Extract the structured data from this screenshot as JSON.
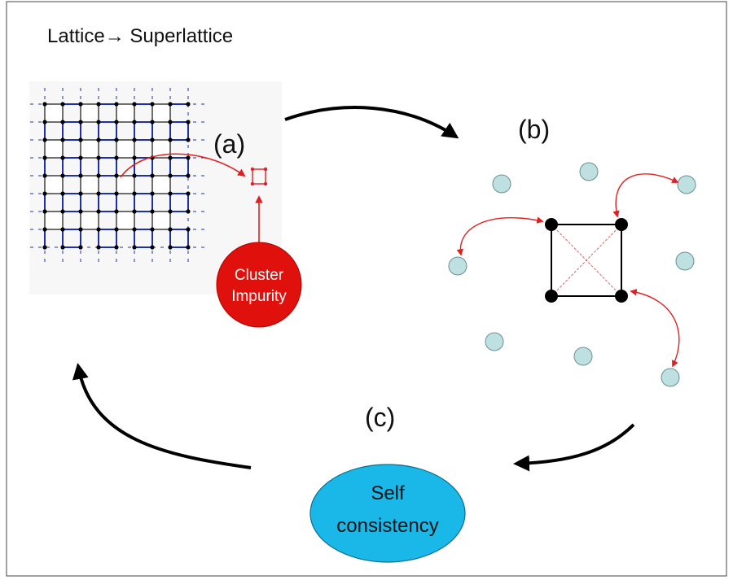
{
  "title": "Lattice→ Superlattice",
  "labels": {
    "a": "(a)",
    "b": "(b)",
    "c": "(c)"
  },
  "cluster_impurity": {
    "line1": "Cluster",
    "line2": "Impurity"
  },
  "self_consistency": {
    "line1": "Self",
    "line2": "consistency"
  },
  "colors": {
    "impurity_fill": "#e0100c",
    "self_consistency_fill": "#1ab8e8",
    "bath_site_fill": "#bfe0e0",
    "red_arrow": "#e02020",
    "lattice_blue": "#1c2fb0"
  }
}
